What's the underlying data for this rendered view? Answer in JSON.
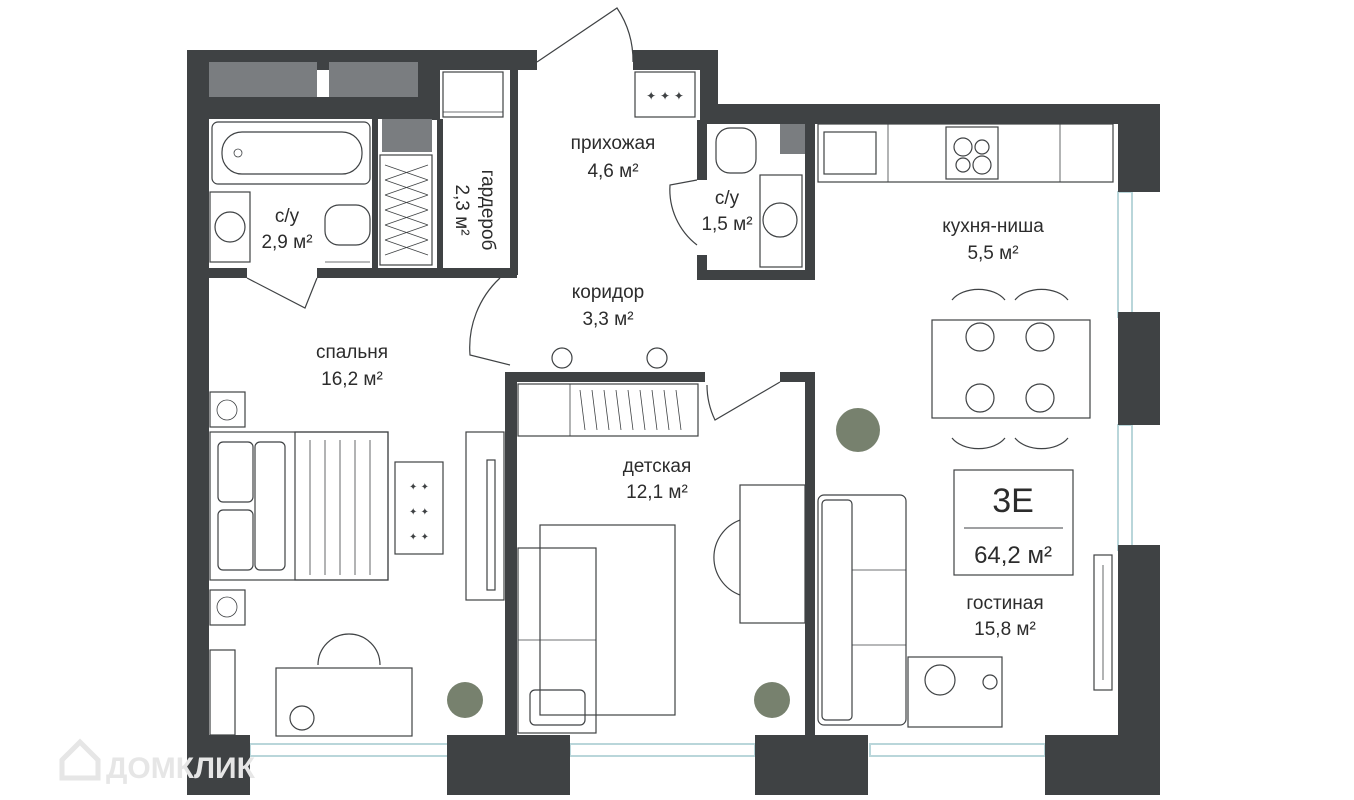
{
  "rooms": [
    {
      "name": "прихожая",
      "area": "4,6 м²"
    },
    {
      "name": "гардероб",
      "area": "2,3 м²"
    },
    {
      "name": "с/у",
      "area": "2,9 м²"
    },
    {
      "name": "с/у",
      "area": "1,5 м²"
    },
    {
      "name": "кухня-ниша",
      "area": "5,5 м²"
    },
    {
      "name": "коридор",
      "area": "3,3 м²"
    },
    {
      "name": "спальня",
      "area": "16,2 м²"
    },
    {
      "name": "детская",
      "area": "12,1 м²"
    },
    {
      "name": "гостиная",
      "area": "15,8 м²"
    }
  ],
  "apartment": {
    "type": "3Е",
    "total_area": "64,2 м²"
  },
  "watermark": {
    "text": "ДОМКЛИК"
  },
  "colors": {
    "walls": "#3f4244",
    "window_glass": "#b9d6da",
    "background": "#ffffff",
    "text": "#2c2c2c"
  }
}
